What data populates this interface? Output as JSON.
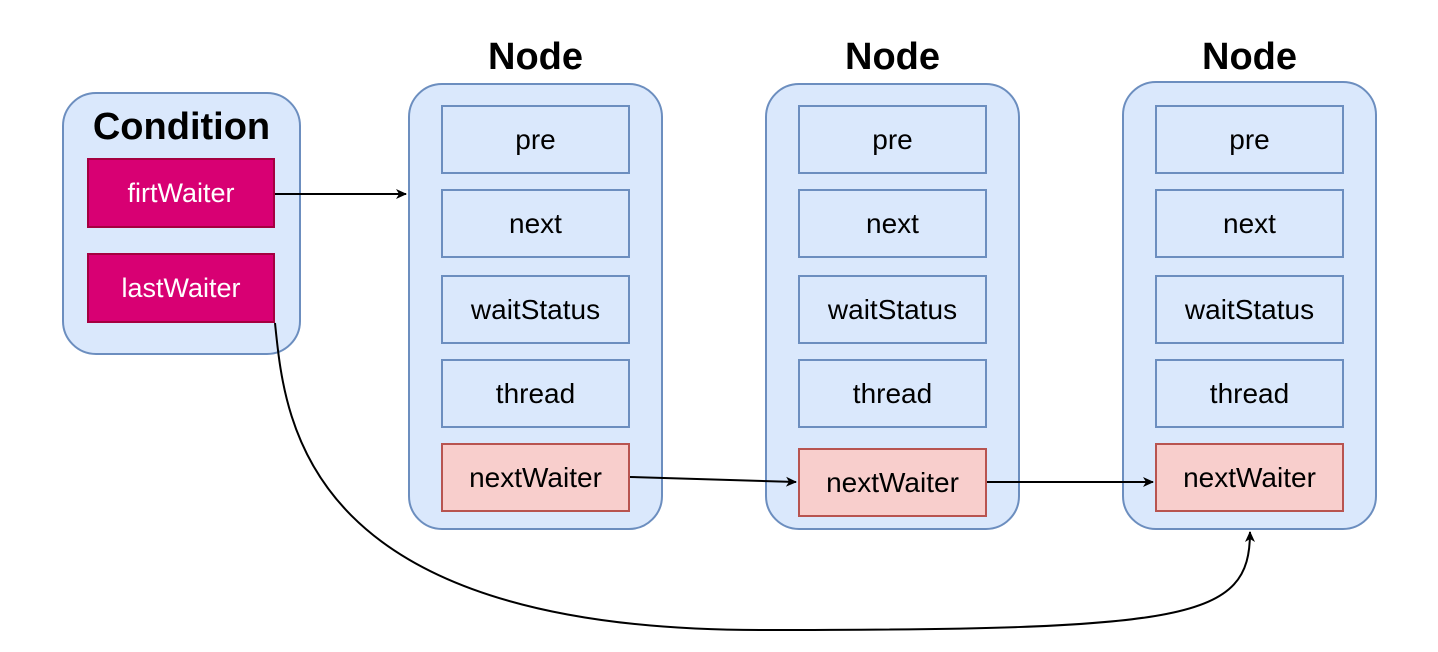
{
  "condition": {
    "title": "Condition",
    "fields": [
      "firtWaiter",
      "lastWaiter"
    ]
  },
  "nodes": [
    {
      "title": "Node",
      "fields": [
        "pre",
        "next",
        "waitStatus",
        "thread",
        "nextWaiter"
      ]
    },
    {
      "title": "Node",
      "fields": [
        "pre",
        "next",
        "waitStatus",
        "thread",
        "nextWaiter"
      ]
    },
    {
      "title": "Node",
      "fields": [
        "pre",
        "next",
        "waitStatus",
        "thread",
        "nextWaiter"
      ]
    }
  ],
  "colors": {
    "container_fill": "#dae8fc",
    "container_stroke": "#6c8ebf",
    "condition_field_fill": "#d80073",
    "next_waiter_fill": "#f8cecc",
    "next_waiter_stroke": "#b85450",
    "arrow": "#000000"
  }
}
